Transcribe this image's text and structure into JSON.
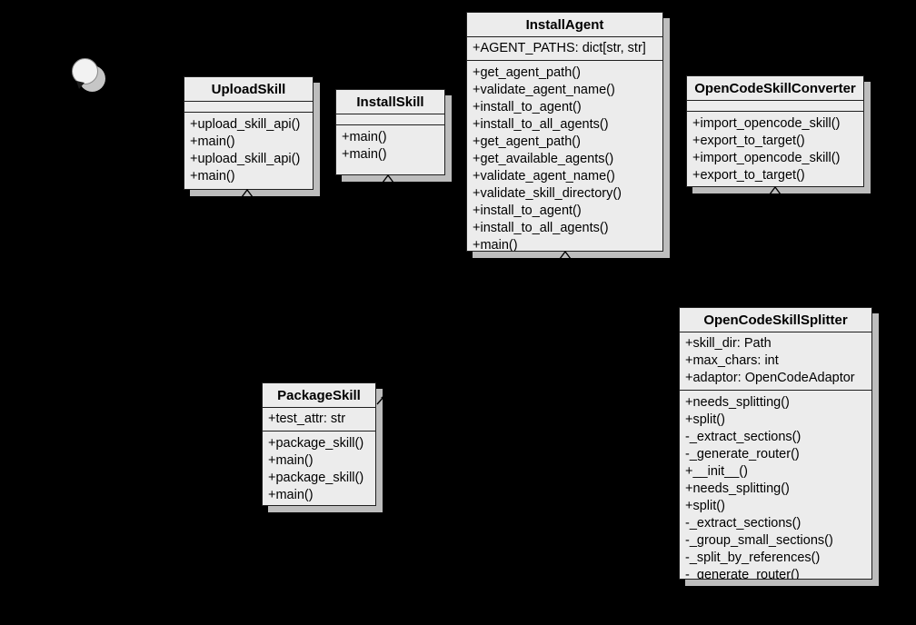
{
  "palette": {
    "background": "#000000",
    "node_fill": "#ececec",
    "node_border": "#1f1f1f",
    "node_shadow": "#bdbdbd",
    "text": "#000000"
  },
  "classes": {
    "upload_skill": {
      "title": "UploadSkill",
      "attributes": [],
      "methods": [
        "+upload_skill_api()",
        "+main()",
        "+upload_skill_api()",
        "+main()"
      ]
    },
    "install_skill": {
      "title": "InstallSkill",
      "attributes": [],
      "methods": [
        "+main()",
        "+main()"
      ]
    },
    "install_agent": {
      "title": "InstallAgent",
      "attributes": [
        "+AGENT_PATHS: dict[str, str]"
      ],
      "methods": [
        "+get_agent_path()",
        "+validate_agent_name()",
        "+install_to_agent()",
        "+install_to_all_agents()",
        "+get_agent_path()",
        "+get_available_agents()",
        "+validate_agent_name()",
        "+validate_skill_directory()",
        "+install_to_agent()",
        "+install_to_all_agents()",
        "+main()"
      ]
    },
    "open_code_skill_converter": {
      "title": "OpenCodeSkillConverter",
      "attributes": [],
      "methods": [
        "+import_opencode_skill()",
        "+export_to_target()",
        "+import_opencode_skill()",
        "+export_to_target()"
      ]
    },
    "package_skill": {
      "title": "PackageSkill",
      "attributes": [
        "+test_attr: str"
      ],
      "methods": [
        "+package_skill()",
        "+main()",
        "+package_skill()",
        "+main()"
      ]
    },
    "open_code_skill_splitter": {
      "title": "OpenCodeSkillSplitter",
      "attributes": [
        "+skill_dir: Path",
        "+max_chars: int",
        "+adaptor: OpenCodeAdaptor"
      ],
      "methods": [
        "+needs_splitting()",
        "+split()",
        "-_extract_sections()",
        "-_generate_router()",
        "+__init__()",
        "+needs_splitting()",
        "+split()",
        "-_extract_sections()",
        "-_group_small_sections()",
        "-_split_by_references()",
        "-_generate_router()"
      ]
    }
  }
}
